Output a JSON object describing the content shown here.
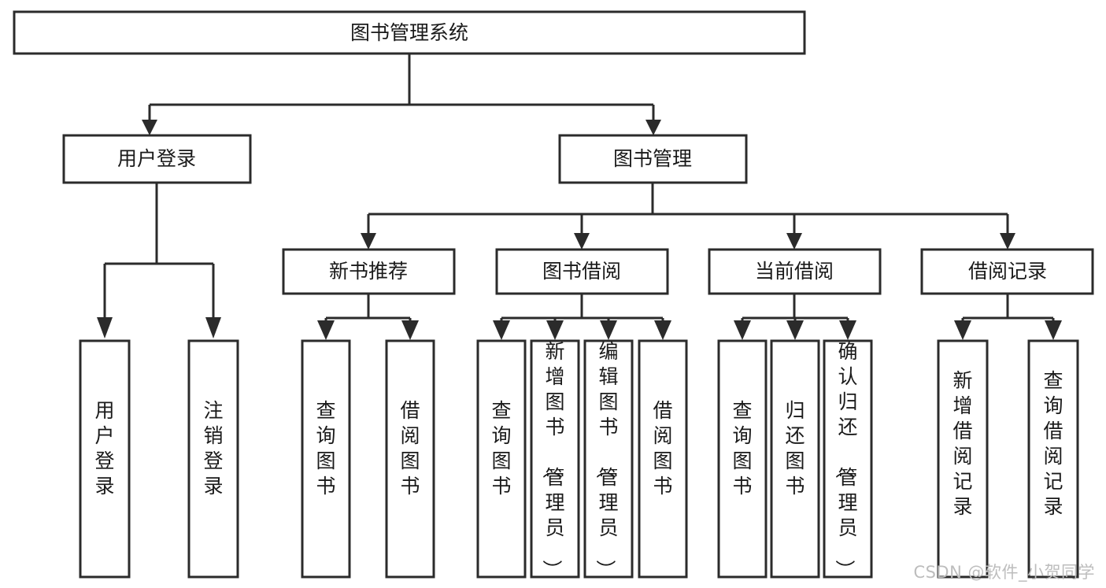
{
  "diagram": {
    "type": "tree-hierarchy",
    "title": "图书管理系统",
    "watermark": "CSDN @软件_小贺同学",
    "colors": {
      "stroke": "#2b2b2b",
      "fill": "#ffffff",
      "text": "#1a1a1a",
      "watermark": "#bdbdbd",
      "background": "#ffffff"
    },
    "levels": {
      "level1": [
        {
          "id": "root",
          "label": "图书管理系统",
          "orientation": "horizontal"
        }
      ],
      "level2": [
        {
          "id": "user-login",
          "label": "用户登录",
          "orientation": "horizontal"
        },
        {
          "id": "book-manage",
          "label": "图书管理",
          "orientation": "horizontal"
        }
      ],
      "level3": [
        {
          "id": "new-book-recommend",
          "label": "新书推荐",
          "orientation": "horizontal"
        },
        {
          "id": "book-borrow",
          "label": "图书借阅",
          "orientation": "horizontal"
        },
        {
          "id": "current-borrow",
          "label": "当前借阅",
          "orientation": "horizontal"
        },
        {
          "id": "borrow-record",
          "label": "借阅记录",
          "orientation": "horizontal"
        }
      ],
      "level4": [
        {
          "id": "leaf-user-login",
          "parent": "user-login",
          "label": "用户登录",
          "orientation": "vertical"
        },
        {
          "id": "leaf-logout",
          "parent": "user-login",
          "label": "注销登录",
          "orientation": "vertical"
        },
        {
          "id": "leaf-query-book-1",
          "parent": "new-book-recommend",
          "label": "查询图书",
          "orientation": "vertical"
        },
        {
          "id": "leaf-borrow-book-1",
          "parent": "new-book-recommend",
          "label": "借阅图书",
          "orientation": "vertical"
        },
        {
          "id": "leaf-query-book-2",
          "parent": "book-borrow",
          "label": "查询图书",
          "orientation": "vertical"
        },
        {
          "id": "leaf-add-book",
          "parent": "book-borrow",
          "label": "新增图书（管理员）",
          "orientation": "vertical"
        },
        {
          "id": "leaf-edit-book",
          "parent": "book-borrow",
          "label": "编辑图书（管理员）",
          "orientation": "vertical"
        },
        {
          "id": "leaf-borrow-book-2",
          "parent": "book-borrow",
          "label": "借阅图书",
          "orientation": "vertical"
        },
        {
          "id": "leaf-query-book-3",
          "parent": "current-borrow",
          "label": "查询图书",
          "orientation": "vertical"
        },
        {
          "id": "leaf-return-book",
          "parent": "current-borrow",
          "label": "归还图书",
          "orientation": "vertical"
        },
        {
          "id": "leaf-confirm-return",
          "parent": "current-borrow",
          "label": "确认归还（管理员）",
          "orientation": "vertical"
        },
        {
          "id": "leaf-add-record",
          "parent": "borrow-record",
          "label": "新增借阅记录",
          "orientation": "vertical"
        },
        {
          "id": "leaf-query-record",
          "parent": "borrow-record",
          "label": "查询借阅记录",
          "orientation": "vertical"
        }
      ]
    }
  }
}
